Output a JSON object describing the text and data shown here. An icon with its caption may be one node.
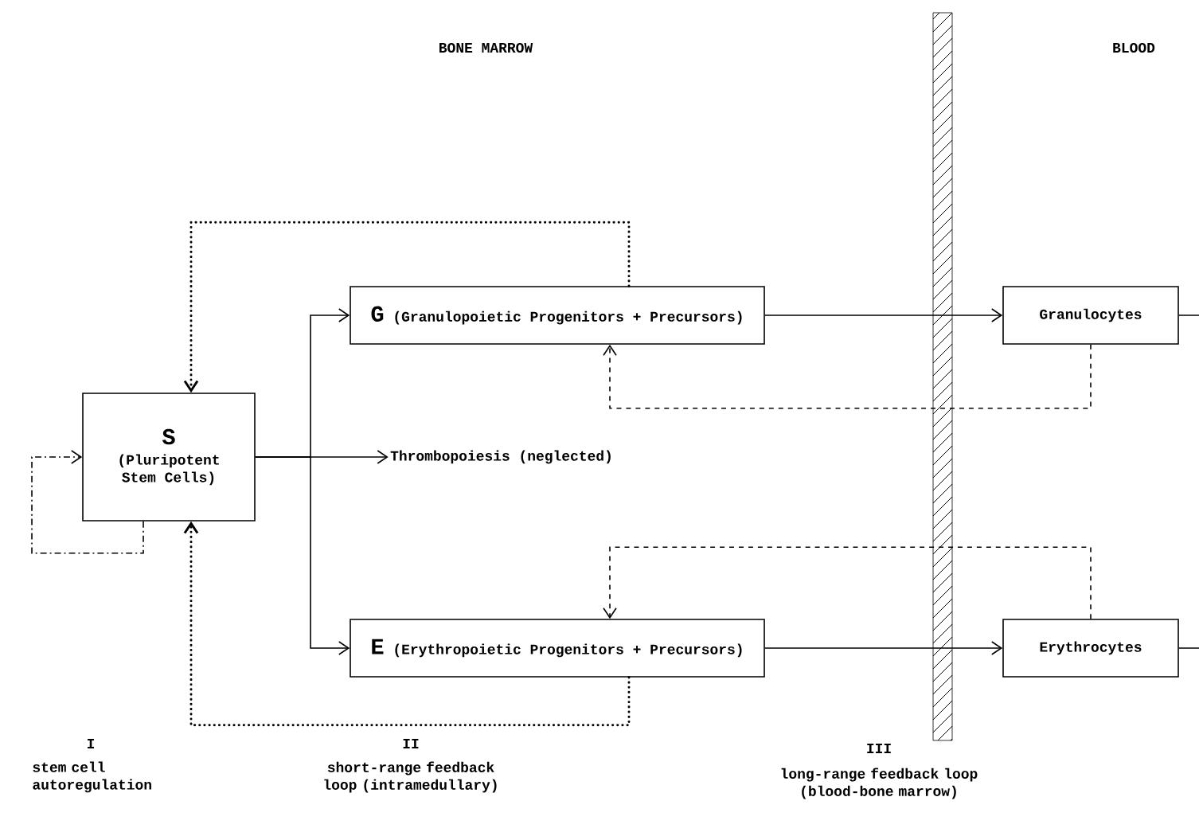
{
  "diagram": {
    "nodes": [
      {
        "text": [
          "S",
          "(Pluripotent Stem Cells)"
        ]
      },
      {
        "text": [
          "G",
          "(Granulopoietic Progenitors + Precursors)"
        ]
      },
      {
        "text": [
          "Thrombopoiesis (neglected)"
        ]
      },
      {
        "text": [
          "E",
          "(Erythropoietic Progenitors + Precursors)"
        ]
      },
      {
        "text": [
          "Granulocytes"
        ]
      },
      {
        "text": [
          "Erythrocytes"
        ]
      }
    ],
    "edges": [
      {
        "from": 0,
        "to": 1,
        "arrow": "to"
      },
      {
        "from": 0,
        "to": 2,
        "arrow": "to"
      },
      {
        "from": 0,
        "to": 3,
        "arrow": "to"
      },
      {
        "from": 1,
        "to": 4,
        "arrow": "to"
      },
      {
        "from": 3,
        "to": 5,
        "arrow": "to"
      },
      {
        "from": 4,
        "to": 1,
        "arrow": "to",
        "style": "dashed"
      },
      {
        "from": 5,
        "to": 3,
        "arrow": "to",
        "style": "dashed"
      },
      {
        "from": 1,
        "to": 0,
        "arrow": "to",
        "style": "dashed"
      },
      {
        "from": 3,
        "to": 0,
        "arrow": "to",
        "style": "dashed"
      },
      {
        "from": 0,
        "to": 0,
        "arrow": "to",
        "style": "dashed"
      },
      {
        "from": 4,
        "to": null,
        "arrow": "none"
      },
      {
        "from": 5,
        "to": null,
        "arrow": "none"
      }
    ],
    "labels": [
      "BONE MARROW",
      "BLOOD",
      "I",
      "stem cell autoregulation",
      "II",
      "short-range feedback loop (intramedullary)",
      "III",
      "long-range feedback loop (blood-bone marrow)"
    ]
  }
}
